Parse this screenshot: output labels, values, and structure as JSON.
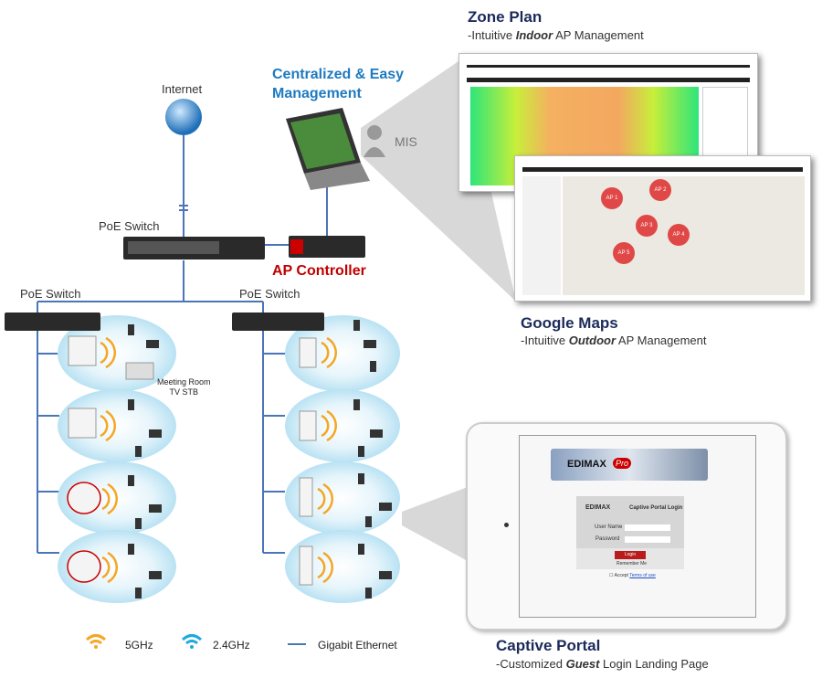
{
  "zone_plan": {
    "title": "Zone Plan",
    "subtitle_pre": "-Intuitive ",
    "subtitle_em": "Indoor",
    "subtitle_post": " AP Management"
  },
  "google_maps": {
    "title": "Google Maps",
    "subtitle_pre": "-Intuitive ",
    "subtitle_em": "Outdoor",
    "subtitle_post": " AP Management",
    "pins": [
      "AP 1",
      "AP 2",
      "AP 3",
      "AP 4",
      "AP 5"
    ]
  },
  "captive_portal": {
    "title": "Captive Portal",
    "subtitle_pre": "-Customized ",
    "subtitle_em": "Guest",
    "subtitle_post": " Login Landing Page",
    "brand": "EDIMAX",
    "brand_pro": "Pro",
    "login_title": "Captive Portal Login",
    "user_label": "User Name",
    "password_label": "Password",
    "login_button": "Login",
    "remember": "Remember Me",
    "accept": "Accept",
    "terms": "Terms of use"
  },
  "management": {
    "title": "Centralized & Easy Management",
    "mis": "MIS"
  },
  "internet": "Internet",
  "ap_controller": "AP Controller",
  "poe_switch_top": "PoE Switch",
  "poe_switch_left": "PoE Switch",
  "poe_switch_right": "PoE Switch",
  "meeting_room": "Meeting Room",
  "tv_stb": "TV STB",
  "legend": {
    "ghz5": "5GHz",
    "ghz24": "2.4GHz",
    "ethernet": "Gigabit Ethernet"
  },
  "colors": {
    "orange": "#f5a623",
    "cyan": "#1fa8e0",
    "line": "#4a76b8",
    "red": "#c00000",
    "blue": "#1f7ac0"
  }
}
